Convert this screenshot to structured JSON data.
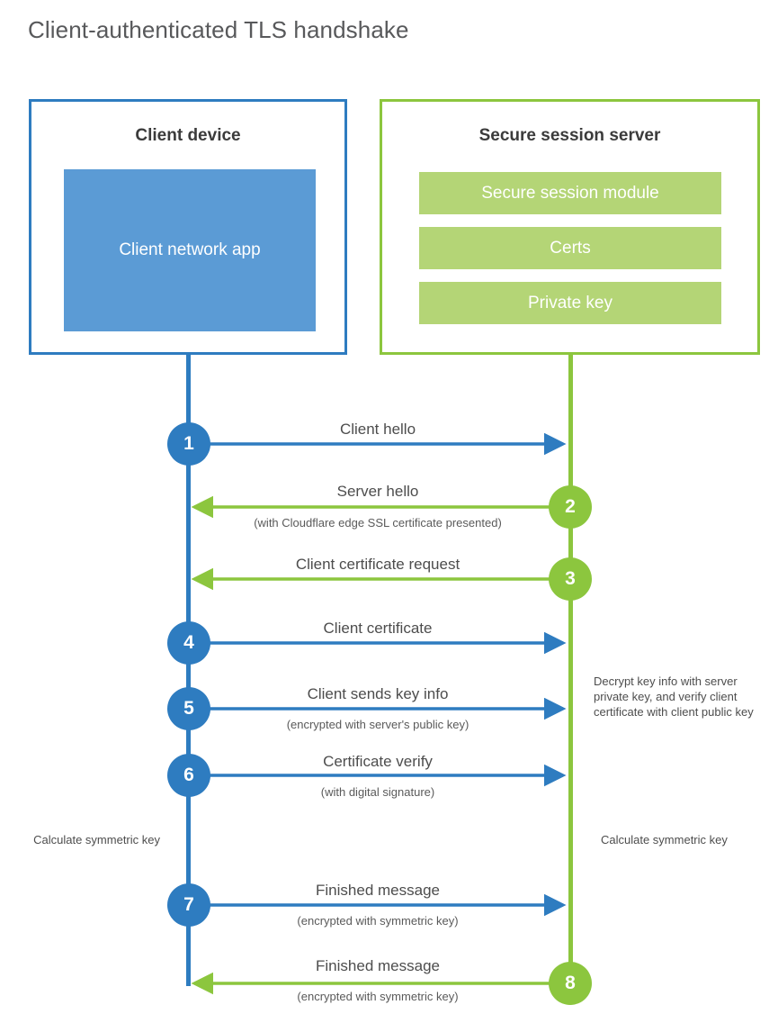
{
  "title": "Client-authenticated TLS handshake",
  "colors": {
    "client_blue": "#2e7cc0",
    "client_app_fill": "#5b9bd5",
    "server_green": "#8cc63e",
    "server_bar_fill": "#b4d576",
    "title_text": "#58595b",
    "body_text": "#4d4d4d"
  },
  "client": {
    "title": "Client device",
    "app_label": "Client network app"
  },
  "server": {
    "title": "Secure session server",
    "components": [
      "Secure session module",
      "Certs",
      "Private key"
    ]
  },
  "steps": [
    {
      "number": "1",
      "label": "Client hello",
      "sublabel": "",
      "direction": "client-to-server",
      "side": "client"
    },
    {
      "number": "2",
      "label": "Server hello",
      "sublabel": "(with Cloudflare edge SSL certificate presented)",
      "direction": "server-to-client",
      "side": "server"
    },
    {
      "number": "3",
      "label": "Client certificate request",
      "sublabel": "",
      "direction": "server-to-client",
      "side": "server"
    },
    {
      "number": "4",
      "label": "Client certificate",
      "sublabel": "",
      "direction": "client-to-server",
      "side": "client"
    },
    {
      "number": "5",
      "label": "Client sends key info",
      "sublabel": "(encrypted with server's public key)",
      "direction": "client-to-server",
      "side": "client"
    },
    {
      "number": "6",
      "label": "Certificate verify",
      "sublabel": "(with digital signature)",
      "direction": "client-to-server",
      "side": "client"
    },
    {
      "number": "7",
      "label": "Finished message",
      "sublabel": "(encrypted with symmetric key)",
      "direction": "client-to-server",
      "side": "client"
    },
    {
      "number": "8",
      "label": "Finished message",
      "sublabel": "(encrypted with symmetric key)",
      "direction": "server-to-client",
      "side": "server"
    }
  ],
  "notes": {
    "decrypt": "Decrypt key info with server private key, and verify client certificate with client public key",
    "calculate_client": "Calculate symmetric key",
    "calculate_server": "Calculate symmetric key"
  }
}
